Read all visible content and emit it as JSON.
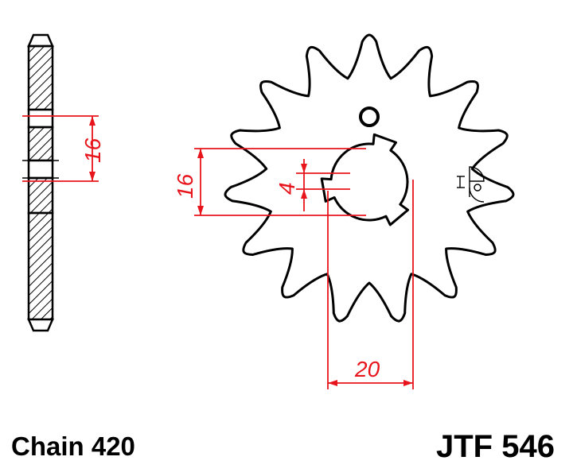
{
  "chain_label": "Chain 420",
  "part_number": "JTF 546",
  "dimensions": {
    "thickness": "16",
    "spline_major": "16",
    "spline_width": "4",
    "offset": "20"
  },
  "colors": {
    "outline": "#000000",
    "dimension": "#e8141c",
    "hatch": "#000000",
    "background": "#ffffff"
  },
  "icons": [
    "sprocket-outline",
    "side-profile-hatched",
    "hole-icon",
    "engine-marking-icon"
  ]
}
